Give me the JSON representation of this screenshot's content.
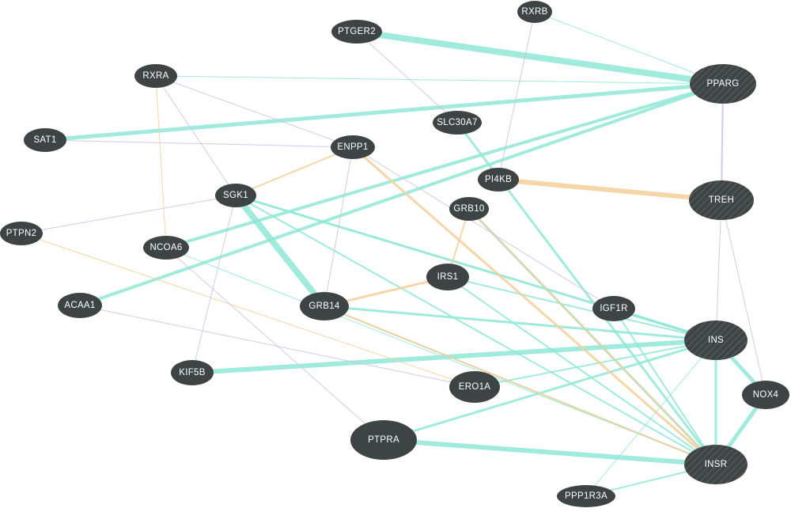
{
  "colors": {
    "node": "#3d4443",
    "query_stripe": "#5a6160",
    "edge_teal": "#8fe8d6",
    "edge_orange": "#f4cf9a",
    "edge_purple": "#cdbfe8"
  },
  "nodes": [
    {
      "id": "RXRB",
      "label": "RXRB",
      "query": false
    },
    {
      "id": "PTGER2",
      "label": "PTGER2",
      "query": false
    },
    {
      "id": "RXRA",
      "label": "RXRA",
      "query": false
    },
    {
      "id": "PPARG",
      "label": "PPARG",
      "query": true
    },
    {
      "id": "SLC30A7",
      "label": "SLC30A7",
      "query": false
    },
    {
      "id": "SAT1",
      "label": "SAT1",
      "query": false
    },
    {
      "id": "ENPP1",
      "label": "ENPP1",
      "query": false
    },
    {
      "id": "PI4KB",
      "label": "PI4KB",
      "query": false
    },
    {
      "id": "TREH",
      "label": "TREH",
      "query": true
    },
    {
      "id": "SGK1",
      "label": "SGK1",
      "query": false
    },
    {
      "id": "GRB10",
      "label": "GRB10",
      "query": false
    },
    {
      "id": "PTPN2",
      "label": "PTPN2",
      "query": false
    },
    {
      "id": "NCOA6",
      "label": "NCOA6",
      "query": false
    },
    {
      "id": "IRS1",
      "label": "IRS1",
      "query": false
    },
    {
      "id": "ACAA1",
      "label": "ACAA1",
      "query": false
    },
    {
      "id": "GRB14",
      "label": "GRB14",
      "query": false
    },
    {
      "id": "IGF1R",
      "label": "IGF1R",
      "query": false
    },
    {
      "id": "INS",
      "label": "INS",
      "query": true
    },
    {
      "id": "KIF5B",
      "label": "KIF5B",
      "query": false
    },
    {
      "id": "ERO1A",
      "label": "ERO1A",
      "query": false
    },
    {
      "id": "NOX4",
      "label": "NOX4",
      "query": false
    },
    {
      "id": "PTPRA",
      "label": "PTPRA",
      "query": false
    },
    {
      "id": "INSR",
      "label": "INSR",
      "query": true
    },
    {
      "id": "PPP1R3A",
      "label": "PPP1R3A",
      "query": false
    }
  ],
  "edges": [
    {
      "s": "PTGER2",
      "t": "PPARG",
      "type": "teal",
      "w": 8
    },
    {
      "s": "SAT1",
      "t": "PPARG",
      "type": "teal",
      "w": 5
    },
    {
      "s": "RXRA",
      "t": "PPARG",
      "type": "teal",
      "w": 1
    },
    {
      "s": "RXRB",
      "t": "PPARG",
      "type": "teal",
      "w": 1
    },
    {
      "s": "NCOA6",
      "t": "PPARG",
      "type": "teal",
      "w": 4
    },
    {
      "s": "ACAA1",
      "t": "PPARG",
      "type": "teal",
      "w": 4
    },
    {
      "s": "SAT1",
      "t": "ENPP1",
      "type": "purple",
      "w": 1
    },
    {
      "s": "SLC30A7",
      "t": "INSR",
      "type": "teal",
      "w": 3
    },
    {
      "s": "SGK1",
      "t": "GRB14",
      "type": "teal",
      "w": 8
    },
    {
      "s": "SGK1",
      "t": "INS",
      "type": "teal",
      "w": 3
    },
    {
      "s": "SGK1",
      "t": "INSR",
      "type": "teal",
      "w": 2
    },
    {
      "s": "KIF5B",
      "t": "INS",
      "type": "teal",
      "w": 6
    },
    {
      "s": "PTPRA",
      "t": "INSR",
      "type": "teal",
      "w": 6
    },
    {
      "s": "PTPRA",
      "t": "INS",
      "type": "teal",
      "w": 3
    },
    {
      "s": "IRS1",
      "t": "INS",
      "type": "teal",
      "w": 2
    },
    {
      "s": "GRB14",
      "t": "INS",
      "type": "teal",
      "w": 3
    },
    {
      "s": "GRB14",
      "t": "INSR",
      "type": "teal",
      "w": 2
    },
    {
      "s": "IGF1R",
      "t": "INS",
      "type": "teal",
      "w": 3
    },
    {
      "s": "IGF1R",
      "t": "INSR",
      "type": "teal",
      "w": 2
    },
    {
      "s": "INS",
      "t": "INSR",
      "type": "teal",
      "w": 3
    },
    {
      "s": "INS",
      "t": "NOX4",
      "type": "teal",
      "w": 5
    },
    {
      "s": "NOX4",
      "t": "INSR",
      "type": "teal",
      "w": 5
    },
    {
      "s": "PPP1R3A",
      "t": "INS",
      "type": "teal",
      "w": 1
    },
    {
      "s": "PPP1R3A",
      "t": "INSR",
      "type": "teal",
      "w": 2
    },
    {
      "s": "ERO1A",
      "t": "INS",
      "type": "teal",
      "w": 2
    },
    {
      "s": "GRB10",
      "t": "INSR",
      "type": "teal",
      "w": 3
    },
    {
      "s": "IRS1",
      "t": "INSR",
      "type": "teal",
      "w": 2
    },
    {
      "s": "NCOA6",
      "t": "INSR",
      "type": "teal",
      "w": 1
    },
    {
      "s": "SGK1",
      "t": "IGF1R",
      "type": "teal",
      "w": 1
    },
    {
      "s": "PI4KB",
      "t": "TREH",
      "type": "orange",
      "w": 6
    },
    {
      "s": "SGK1",
      "t": "ENPP1",
      "type": "orange",
      "w": 2
    },
    {
      "s": "RXRA",
      "t": "NCOA6",
      "type": "orange",
      "w": 1
    },
    {
      "s": "ENPP1",
      "t": "INSR",
      "type": "orange",
      "w": 3
    },
    {
      "s": "GRB10",
      "t": "IRS1",
      "type": "orange",
      "w": 2
    },
    {
      "s": "GRB14",
      "t": "IRS1",
      "type": "orange",
      "w": 3
    },
    {
      "s": "GRB14",
      "t": "INSR",
      "type": "orange",
      "w": 2
    },
    {
      "s": "PTPN2",
      "t": "ERO1A",
      "type": "orange",
      "w": 1
    },
    {
      "s": "GRB10",
      "t": "INSR",
      "type": "orange",
      "w": 2
    },
    {
      "s": "RXRB",
      "t": "PI4KB",
      "type": "purple",
      "w": 1
    },
    {
      "s": "PPARG",
      "t": "TREH",
      "type": "purple",
      "w": 2
    },
    {
      "s": "TREH",
      "t": "INS",
      "type": "purple",
      "w": 1
    },
    {
      "s": "TREH",
      "t": "NOX4",
      "type": "purple",
      "w": 1
    },
    {
      "s": "RXRA",
      "t": "SGK1",
      "type": "purple",
      "w": 1
    },
    {
      "s": "RXRA",
      "t": "ENPP1",
      "type": "purple",
      "w": 1
    },
    {
      "s": "ENPP1",
      "t": "GRB14",
      "type": "purple",
      "w": 1
    },
    {
      "s": "SGK1",
      "t": "KIF5B",
      "type": "purple",
      "w": 1
    },
    {
      "s": "NCOA6",
      "t": "PTPRA",
      "type": "purple",
      "w": 1
    },
    {
      "s": "PTGER2",
      "t": "SLC30A7",
      "type": "purple",
      "w": 1
    },
    {
      "s": "ENPP1",
      "t": "IGF1R",
      "type": "purple",
      "w": 1
    },
    {
      "s": "SGK1",
      "t": "PTPN2",
      "type": "purple",
      "w": 1
    },
    {
      "s": "ACAA1",
      "t": "ERO1A",
      "type": "purple",
      "w": 1
    }
  ]
}
